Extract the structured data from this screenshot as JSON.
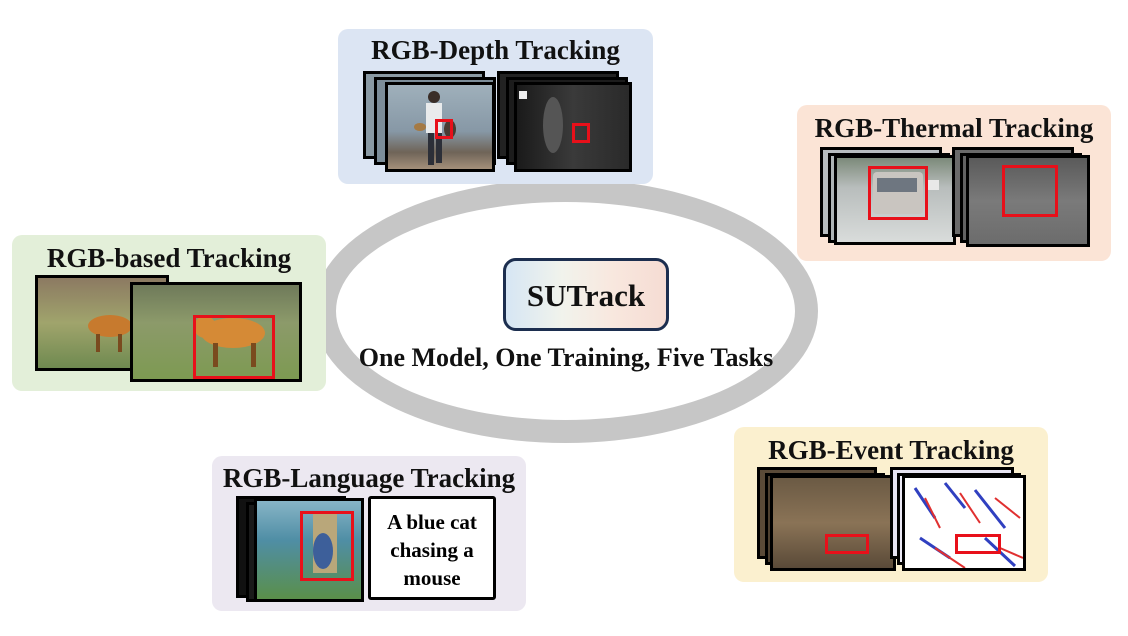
{
  "center": {
    "title": "SUTrack",
    "tagline": "One Model, One Training, Five Tasks"
  },
  "panels": {
    "depth": {
      "title": "RGB-Depth Tracking",
      "bg": "#dce5f3"
    },
    "thermal": {
      "title": "RGB-Thermal Tracking",
      "bg": "#fbe4d6"
    },
    "rgb": {
      "title": "RGB-based Tracking",
      "bg": "#e3efd9"
    },
    "language": {
      "title": "RGB-Language Tracking",
      "bg": "#ece8f1",
      "description": "A blue cat chasing a mouse"
    },
    "event": {
      "title": "RGB-Event Tracking",
      "bg": "#fbf0cf"
    }
  },
  "colors": {
    "ring": "#c6c6c6",
    "bbox": "#e8101a",
    "center_border": "#1c2e4f"
  }
}
